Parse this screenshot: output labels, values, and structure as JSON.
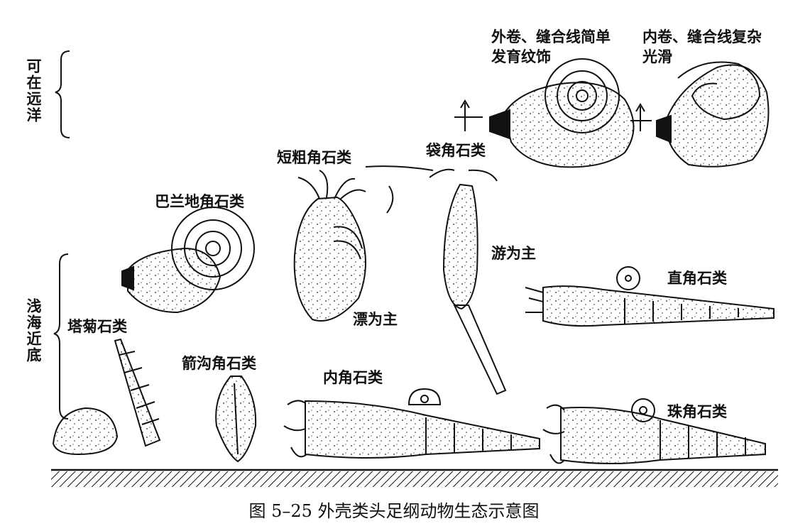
{
  "zones": {
    "ocean": "可在远洋",
    "shallow": "浅海近底"
  },
  "groups": {
    "exogyrate_note_line1": "外卷、缝合线简单",
    "exogyrate_note_line2": "发育纹饰",
    "endogyrate_note_line1": "内卷、缝合线复杂",
    "endogyrate_note_line2": "光滑",
    "brevicone": "短粗角石类",
    "ascocerid": "袋角石类",
    "bactritid": "巴兰地角石类",
    "drift_mode": "漂为主",
    "swim_mode": "游为主",
    "orthocerid": "直角石类",
    "turrilitid": "塔菊石类",
    "arrow_groove": "箭沟角石类",
    "endocerid": "内角石类",
    "actinocerid": "珠角石类"
  },
  "caption": "图 5–25   外壳类头足纲动物生态示意图"
}
